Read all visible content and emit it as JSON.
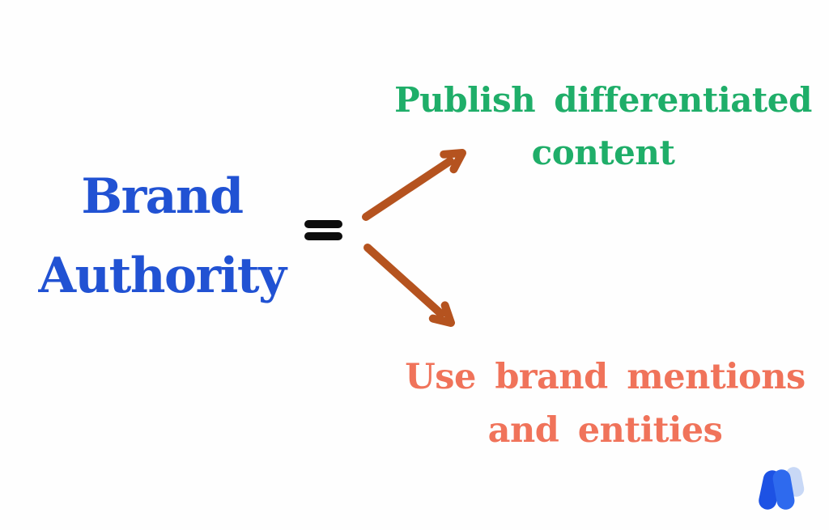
{
  "canvas": {
    "background": "#fefefe"
  },
  "diagram": {
    "subject": {
      "line1": "Brand",
      "line2": "Authority",
      "color": "#2152d3"
    },
    "equals_sign": {
      "glyph": "=",
      "color": "#0d0d0d"
    },
    "arrows": {
      "color": "#b5531f",
      "items": [
        "arrow-up-right",
        "arrow-down-right"
      ]
    },
    "outcomes": [
      {
        "id": "publish-differentiated-content",
        "line1": "Publish differentiated",
        "line2": "content",
        "color": "#1fae69"
      },
      {
        "id": "use-brand-mentions-and-entities",
        "line1": "Use brand mentions",
        "line2": "and entities",
        "color": "#f0735a"
      }
    ]
  },
  "logo": {
    "icon": "w-logo-icon",
    "colors": {
      "primary": "#1d52e4",
      "secondary": "#2e6aee",
      "tertiary": "#c8d8f6"
    }
  }
}
